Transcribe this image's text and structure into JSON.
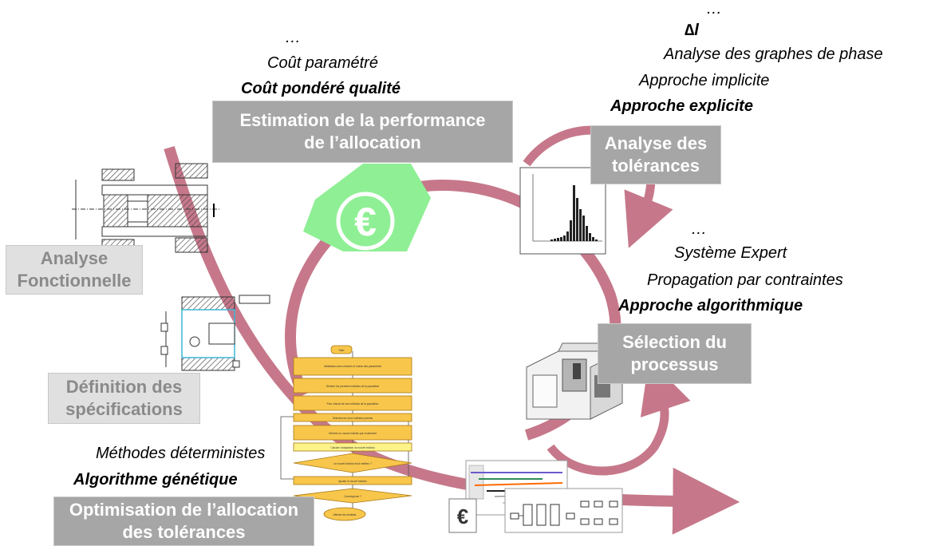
{
  "colors": {
    "arrow": "#c6788a",
    "euro_green": "#8fef95",
    "label_box_dark": "#a6a6a6",
    "label_box_light": "#e0e0e0"
  },
  "estimation": {
    "label": "Estimation de la performance\nde l’allocation",
    "methods": [
      "…",
      "Coût paramétré",
      "Coût pondéré qualité"
    ],
    "highlighted_method": "Coût pondéré qualité",
    "icon": "euro-icon"
  },
  "analyse_tolerances": {
    "label": "Analyse des\ntolérances",
    "methods": [
      "…",
      "∆l",
      "Analyse des graphes de phase",
      "Approche implicite",
      "Approche explicite"
    ],
    "highlighted_methods": [
      "∆l",
      "Approche explicite"
    ],
    "icon": "histogram-icon"
  },
  "selection_processus": {
    "label": "Sélection du\nprocessus",
    "methods": [
      "…",
      "Système Expert",
      "Propagation par contraintes",
      "Approche algorithmique"
    ],
    "highlighted_method": "Approche algorithmique",
    "icon": "machine-tool-icon"
  },
  "analyse_fonctionnelle": {
    "label": "Analyse\nFonctionnelle",
    "icon": "assembly-drawing-icon"
  },
  "definition_specifications": {
    "label": "Définition des\nspécifications",
    "icon": "part-drawing-icon"
  },
  "optimisation": {
    "label": "Optimisation de l’allocation\ndes tolérances",
    "methods": [
      "Méthodes déterministes",
      "Algorithme génétique"
    ],
    "highlighted_method": "Algorithme génétique",
    "icon": "flowchart-icon"
  },
  "flowchart_steps": [
    "Start",
    "Initialisation des chromes et ordres des paramètres",
    "Générer les premiers individus de la population",
    "Pour chacun de ces individus de la population",
    "Sélectionner deux individus parents",
    "Générer un nouvel individu par croisement",
    "Calculer l'adaptation du nouvel individu",
    "Le nouvel individu est-il meilleur ?",
    "Ajouter le nouvel individu",
    "Convergence ?",
    "Afficher les résultats"
  ],
  "output": {
    "icons": [
      "gantt-chart-icon",
      "euro-icon",
      "process-graph-icon"
    ],
    "euro_symbol": "€"
  }
}
